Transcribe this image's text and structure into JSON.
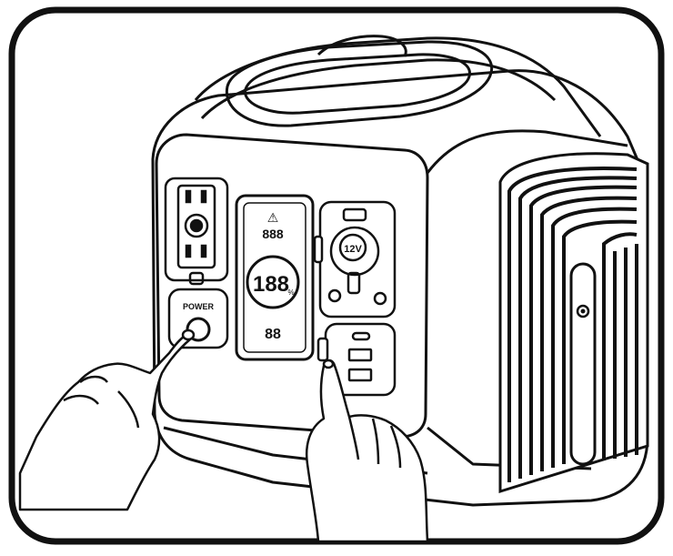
{
  "labels": {
    "power": "POWER",
    "dc_12v": "12V",
    "percent_digits": "188",
    "percent_sign": "%",
    "top_digits": "888",
    "bottom_digits": "88",
    "warning_glyph": "⚠"
  },
  "icons": {
    "warning": "warning-icon",
    "ac_outlet": "ac-outlet-icon",
    "car_socket": "car-socket-icon",
    "usb_c": "usb-c-port-icon",
    "usb_a": "usb-a-port-icon"
  }
}
